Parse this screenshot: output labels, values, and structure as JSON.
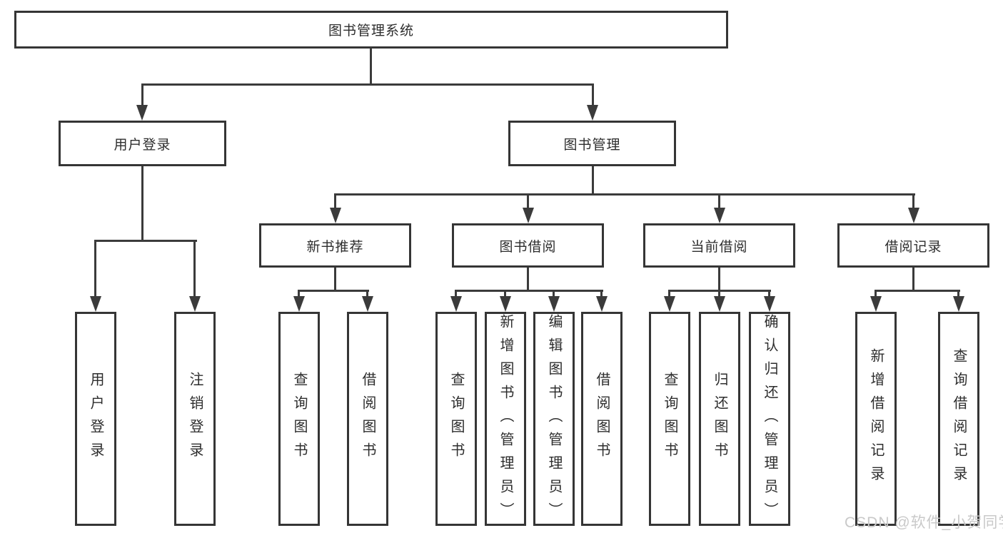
{
  "diagram_title": "图书管理系统",
  "colors": {
    "line": "#3b3b3b",
    "box_border": "#353535",
    "box_fill": "#ffffff",
    "text": "#2d2d2d",
    "watermark": "#c9c9c9"
  },
  "nodes": {
    "root": "图书管理系统",
    "level2": [
      "用户登录",
      "图书管理"
    ],
    "level3": [
      "新书推荐",
      "图书借阅",
      "当前借阅",
      "借阅记录"
    ],
    "leaves_user_login": [
      "用户登录",
      "注销登录"
    ],
    "leaves_new_book": [
      "查询图书",
      "借阅图书"
    ],
    "leaves_book_borrow": [
      "查询图书",
      "新增图书（管理员）",
      "编辑图书（管理员）",
      "借阅图书"
    ],
    "leaves_current_borrow": [
      "查询图书",
      "归还图书",
      "确认归还（管理员）"
    ],
    "leaves_borrow_record": [
      "新增借阅记录",
      "查询借阅记录"
    ]
  },
  "watermark": "CSDN @软件_小贺同学"
}
